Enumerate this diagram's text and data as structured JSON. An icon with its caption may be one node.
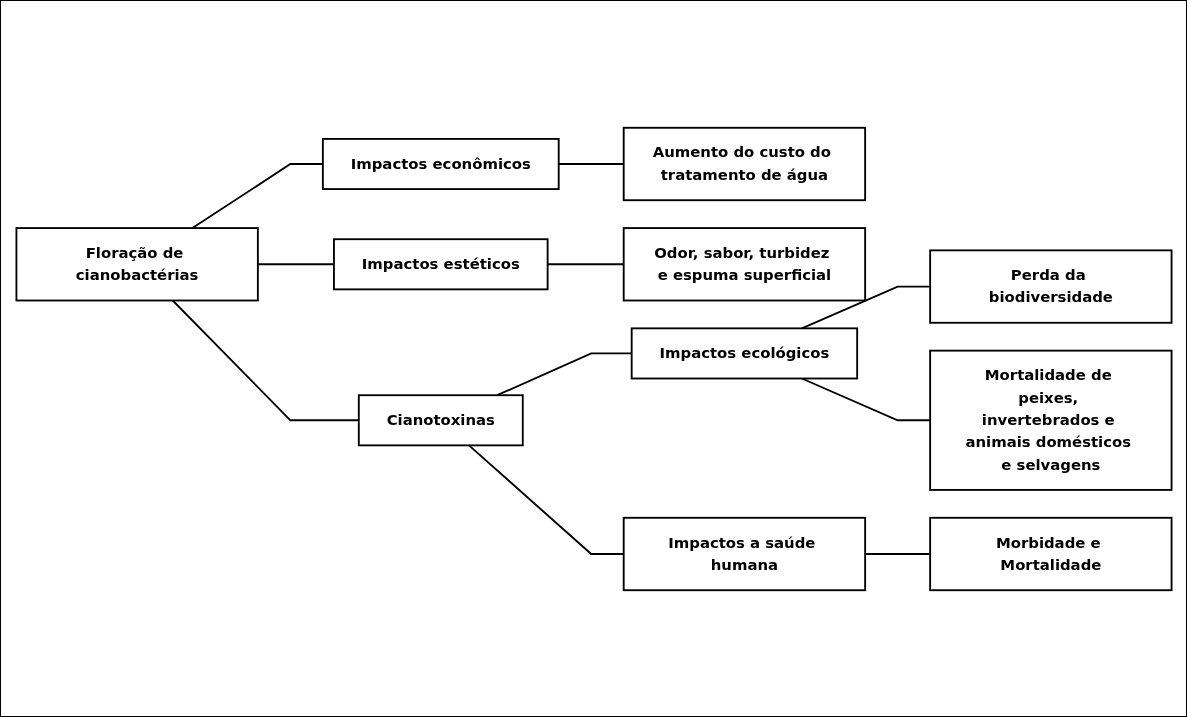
{
  "diagram": {
    "nodes": [
      {
        "text": [
          "Floração de cianobactérias"
        ]
      },
      {
        "text": [
          "Impactos econômicos"
        ]
      },
      {
        "text": [
          "Aumento do custo do tratamento de água"
        ]
      },
      {
        "text": [
          "Impactos estéticos"
        ]
      },
      {
        "text": [
          "Odor, sabor, turbidez e espuma superficial"
        ]
      },
      {
        "text": [
          "Cianotoxinas"
        ]
      },
      {
        "text": [
          "Impactos ecológicos"
        ]
      },
      {
        "text": [
          "Perda da biodiversidade"
        ]
      },
      {
        "text": [
          "Mortalidade de peixes, invertebrados e animais domésticos e selvagens"
        ]
      },
      {
        "text": [
          "Impactos a saúde humana"
        ]
      },
      {
        "text": [
          "Morbidade e Mortalidade"
        ]
      }
    ],
    "edges": [
      {
        "from": 0,
        "to": 1,
        "arrow": "none"
      },
      {
        "from": 1,
        "to": 2,
        "arrow": "none"
      },
      {
        "from": 0,
        "to": 3,
        "arrow": "none"
      },
      {
        "from": 3,
        "to": 4,
        "arrow": "none"
      },
      {
        "from": 0,
        "to": 5,
        "arrow": "none"
      },
      {
        "from": 5,
        "to": 6,
        "arrow": "none"
      },
      {
        "from": 6,
        "to": 7,
        "arrow": "none"
      },
      {
        "from": 6,
        "to": 8,
        "arrow": "none"
      },
      {
        "from": 5,
        "to": 9,
        "arrow": "none"
      },
      {
        "from": 9,
        "to": 10,
        "arrow": "none"
      }
    ]
  }
}
